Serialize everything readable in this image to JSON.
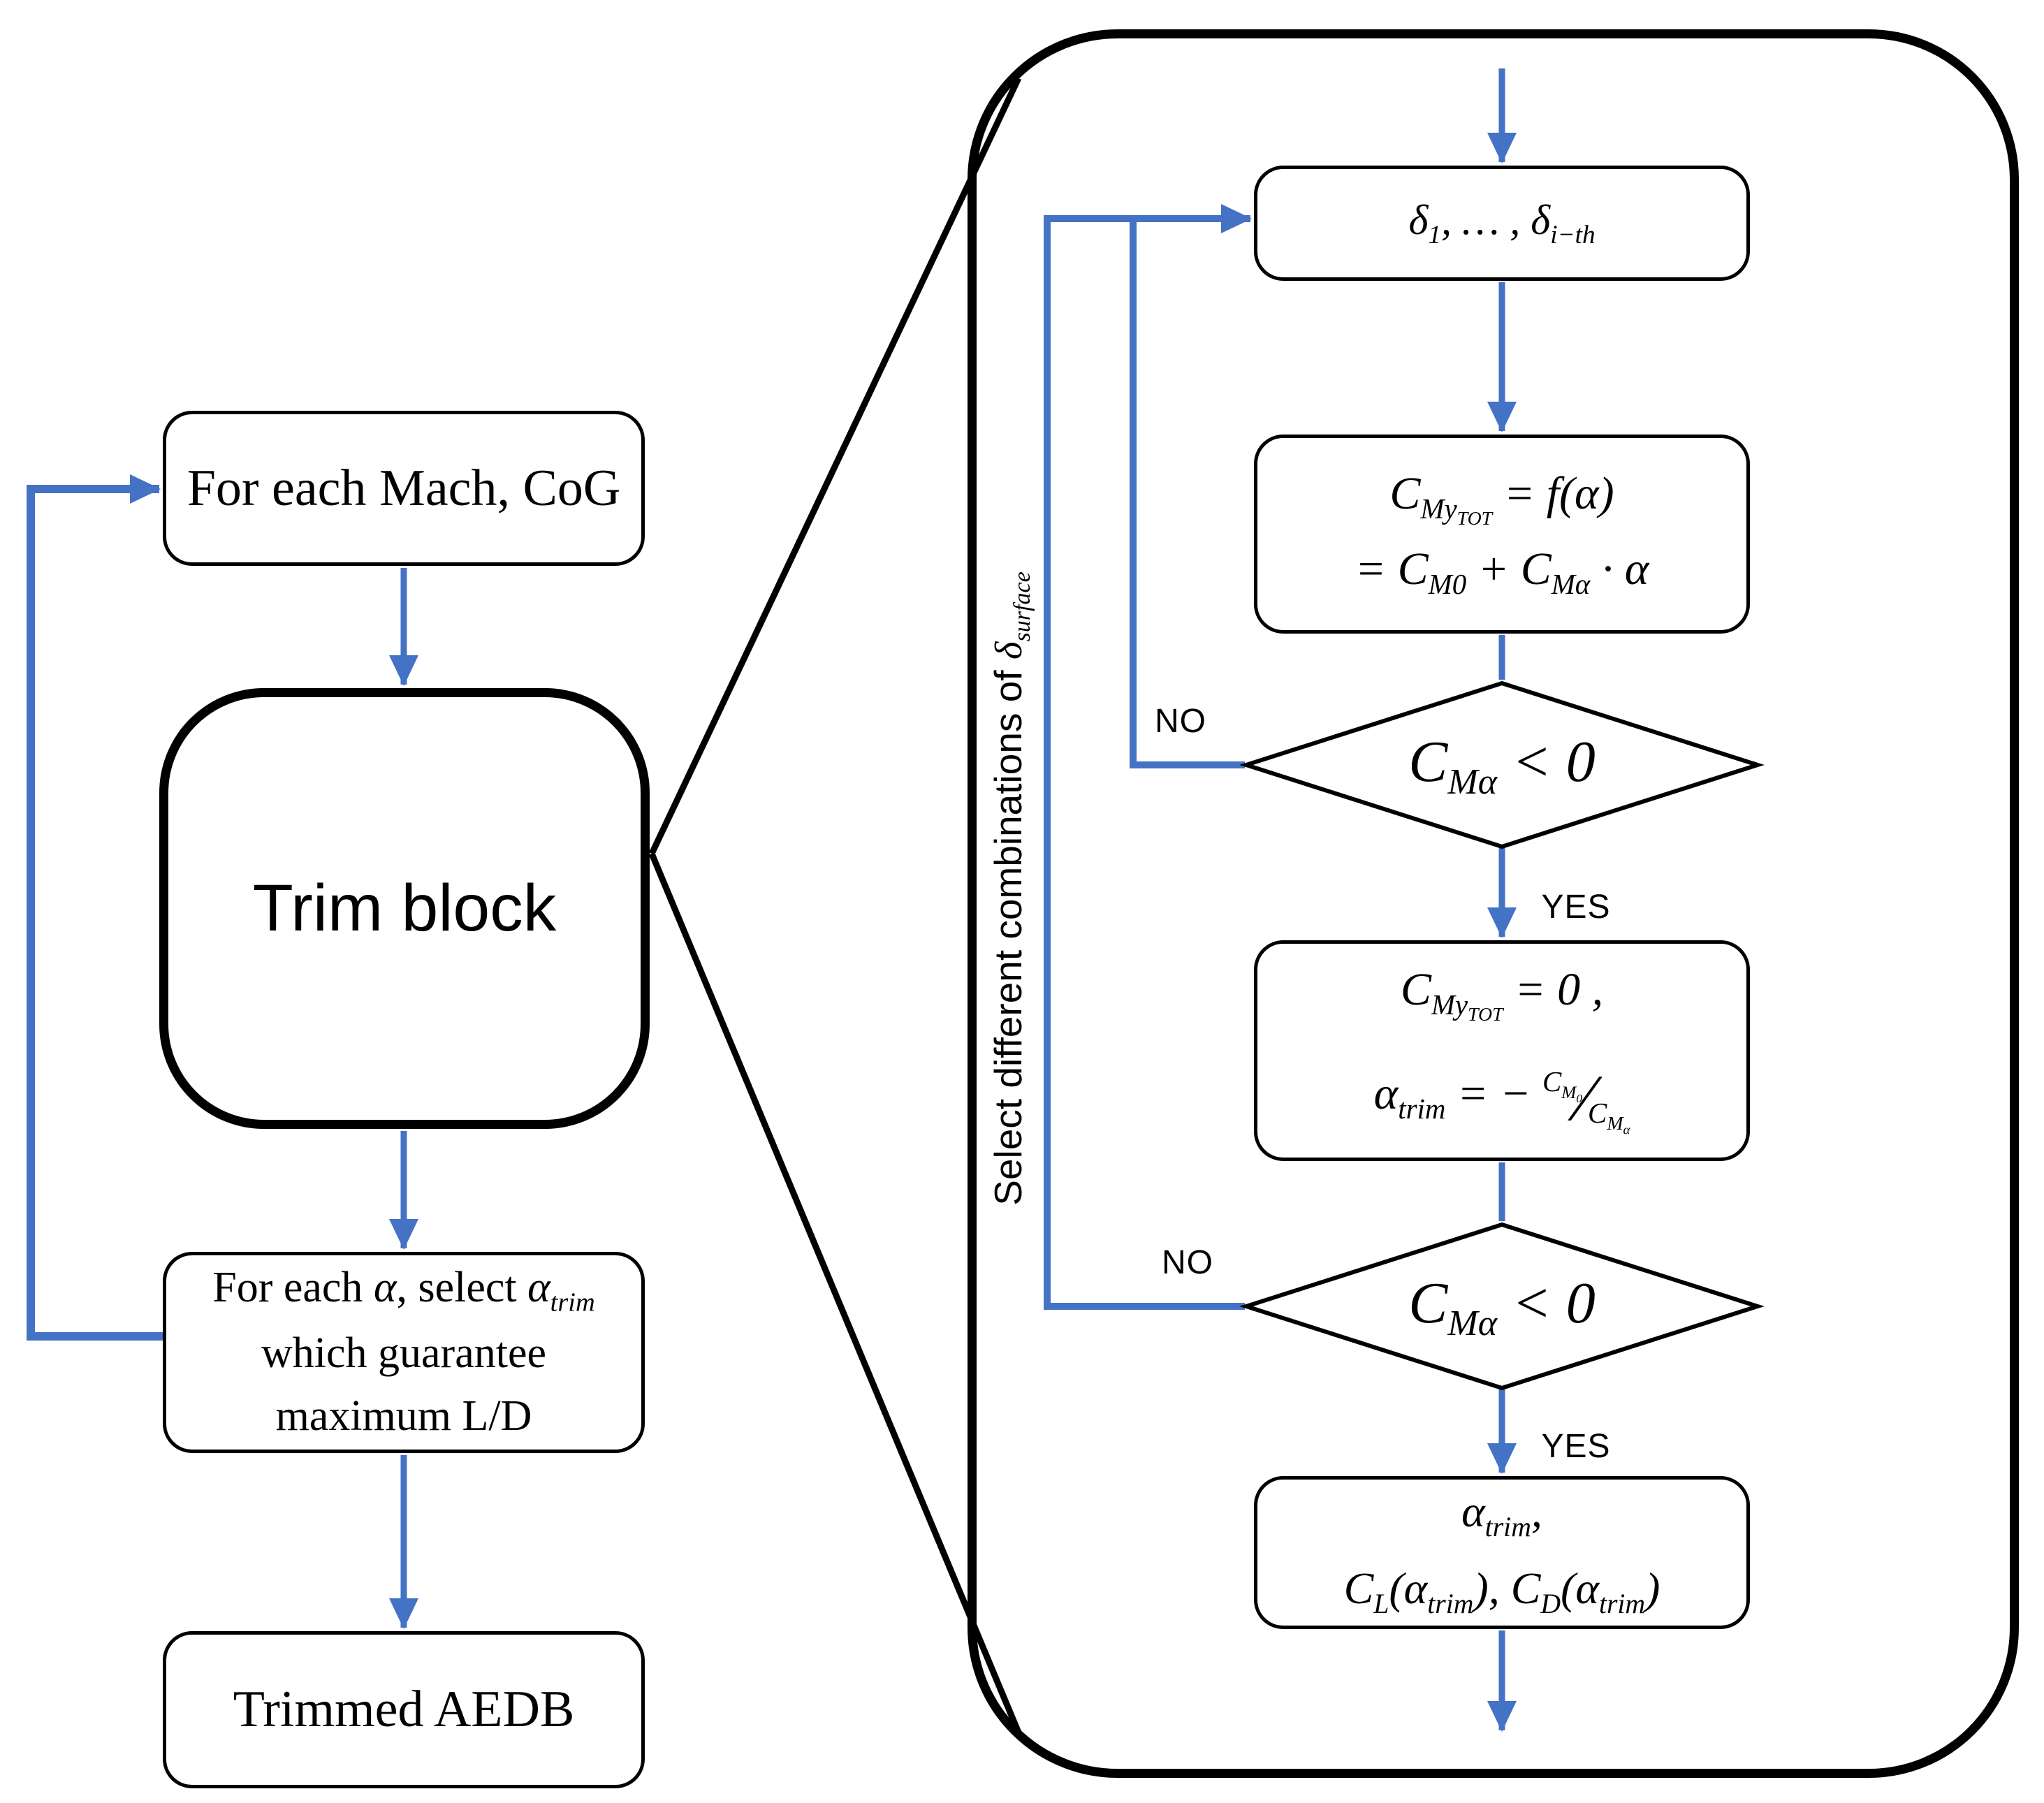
{
  "colors": {
    "arrow_blue": "#4472C4",
    "line_black": "#000000",
    "background": "#FFFFFF"
  },
  "left_flow": {
    "box_mach_cog": "For each Mach, CoG",
    "trim_block": "Trim block",
    "box_select_alpha": {
      "line1": "For each <span class='mm'>α</span>, select <span class='mm'>α<sub>trim</sub></span>",
      "line2": "which guarantee",
      "line3": "maximum L/D"
    },
    "box_trimmed_aedb": "Trimmed AEDB"
  },
  "trim_detail": {
    "vertical_label": "Select different combinations of <span class='mm'>δ<sub>surface</sub></span>",
    "delta_box": "δ<sub>1</sub>, … , δ<sub>i−th</sub>",
    "formula_box_1": {
      "line1": "C<sub>My<sub>TOT</sub></sub> = f(α)",
      "line2": "= C<sub>M0</sub> + C<sub>Mα</sub> · α"
    },
    "decision_1": {
      "condition": "C<sub>Mα</sub> &lt; 0",
      "no": "NO",
      "yes": "YES"
    },
    "formula_box_2": {
      "line1": "C<sub>My<sub>TOT</sub></sub> = 0 ,",
      "line2": "α<sub>trim</sub> = − <span class='bfrac'><sup>C<sub>M<sub>0</sub></sub></sup><span class='slash'>∕</span><sub>C<sub>M<sub>α</sub></sub></sub></span>"
    },
    "decision_2": {
      "condition": "C<sub>Mα</sub> &lt; 0",
      "no": "NO",
      "yes": "YES"
    },
    "result_box": {
      "line1": "α<sub>trim</sub>,",
      "line2": "C<sub>L</sub>(α<sub>trim</sub>), C<sub>D</sub>(α<sub>trim</sub>)"
    }
  }
}
